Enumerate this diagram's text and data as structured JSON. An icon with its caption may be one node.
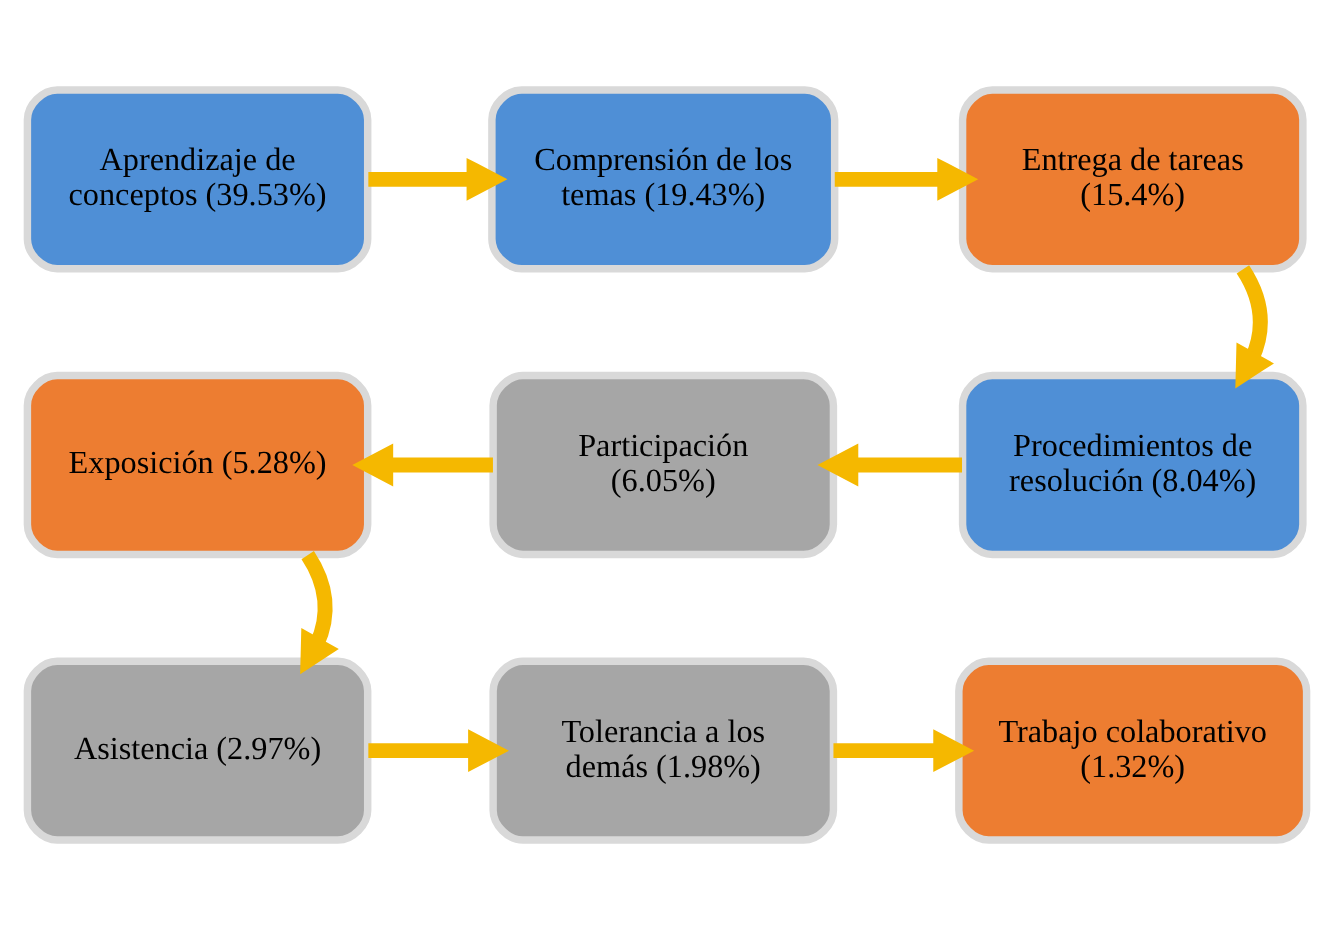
{
  "diagram": {
    "nodes": [
      {
        "text": [
          "Aprendizaje de conceptos (39.53%)"
        ]
      },
      {
        "text": [
          "Comprensión de los temas (19.43%)"
        ]
      },
      {
        "text": [
          "Entrega de tareas (15.4%)"
        ]
      },
      {
        "text": [
          "Procedimientos de resolución (8.04%)"
        ]
      },
      {
        "text": [
          "Participación (6.05%)"
        ]
      },
      {
        "text": [
          "Exposición (5.28%)"
        ]
      },
      {
        "text": [
          "Asistencia (2.97%)"
        ]
      },
      {
        "text": [
          "Tolerancia a los demás (1.98%)"
        ]
      },
      {
        "text": [
          "Trabajo colaborativo (1.32%)"
        ]
      }
    ],
    "edges": [
      {
        "from": 0,
        "to": 1,
        "arrow": "to"
      },
      {
        "from": 1,
        "to": 2,
        "arrow": "to"
      },
      {
        "from": 2,
        "to": 3,
        "arrow": "to"
      },
      {
        "from": 3,
        "to": 4,
        "arrow": "to"
      },
      {
        "from": 4,
        "to": 5,
        "arrow": "to"
      },
      {
        "from": 5,
        "to": 6,
        "arrow": "to"
      },
      {
        "from": 6,
        "to": 7,
        "arrow": "to"
      },
      {
        "from": 7,
        "to": 8,
        "arrow": "to"
      }
    ]
  }
}
